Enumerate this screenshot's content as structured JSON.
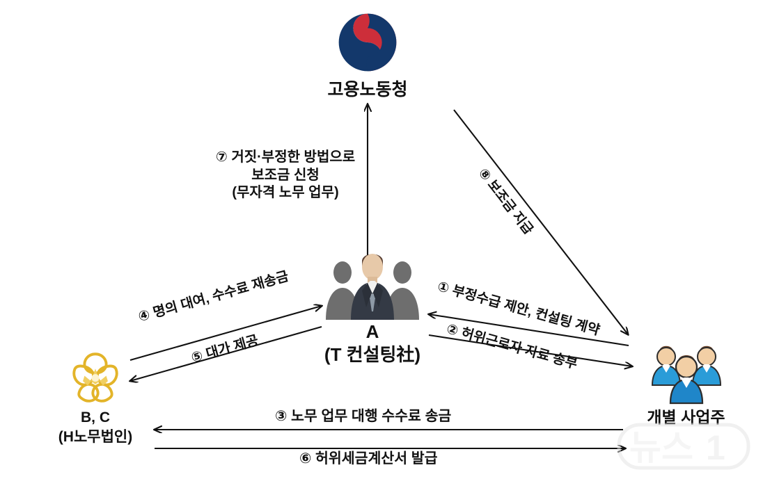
{
  "diagram": {
    "type": "flow-relationship-diagram",
    "title_visible": false,
    "nodes": {
      "labor_office": {
        "label": "고용노동청",
        "icon": "korean-government-taegeuk-logo",
        "colors": {
          "navy": "#13386b",
          "red": "#cd2e3a"
        }
      },
      "consulting": {
        "label": "A",
        "sublabel": "(T 컨설팅社)",
        "icon": "businessmen-group-icon"
      },
      "labor_corp": {
        "label": "B, C",
        "sublabel": "(H노무법인)",
        "icon": "gold-mugunghwa-emblem-icon",
        "colors": {
          "gold": "#e8bb33"
        }
      },
      "employers": {
        "label": "개별 사업주",
        "icon": "people-group-icon",
        "colors": {
          "blue": "#1f86c9"
        }
      }
    },
    "flows": [
      {
        "no": "①",
        "text": "① 부정수급 제안, 컨설팅 계약",
        "from": "employers",
        "to": "consulting"
      },
      {
        "no": "②",
        "text": "② 허위근로자 자료 송부",
        "from": "consulting",
        "to": "employers"
      },
      {
        "no": "③",
        "text": "③ 노무 업무 대행 수수료 송금",
        "from": "employers",
        "to": "labor_corp"
      },
      {
        "no": "④",
        "text": "④ 명의 대여, 수수료 재송금",
        "from": "labor_corp",
        "to": "consulting"
      },
      {
        "no": "⑤",
        "text": "⑤ 대가 제공",
        "from": "consulting",
        "to": "labor_corp"
      },
      {
        "no": "⑥",
        "text": "⑥ 허위세금계산서 발급",
        "from": "labor_corp",
        "to": "employers"
      },
      {
        "no": "⑦",
        "line1": "⑦ 거짓·부정한 방법으로",
        "line2": "보조금 신청",
        "line3": "(무자격 노무 업무)",
        "from": "consulting",
        "to": "labor_office"
      },
      {
        "no": "⑧",
        "text": "⑧ 보조금 지급",
        "from": "labor_office",
        "to": "employers"
      }
    ]
  },
  "watermark": {
    "text": "뉴스1"
  }
}
